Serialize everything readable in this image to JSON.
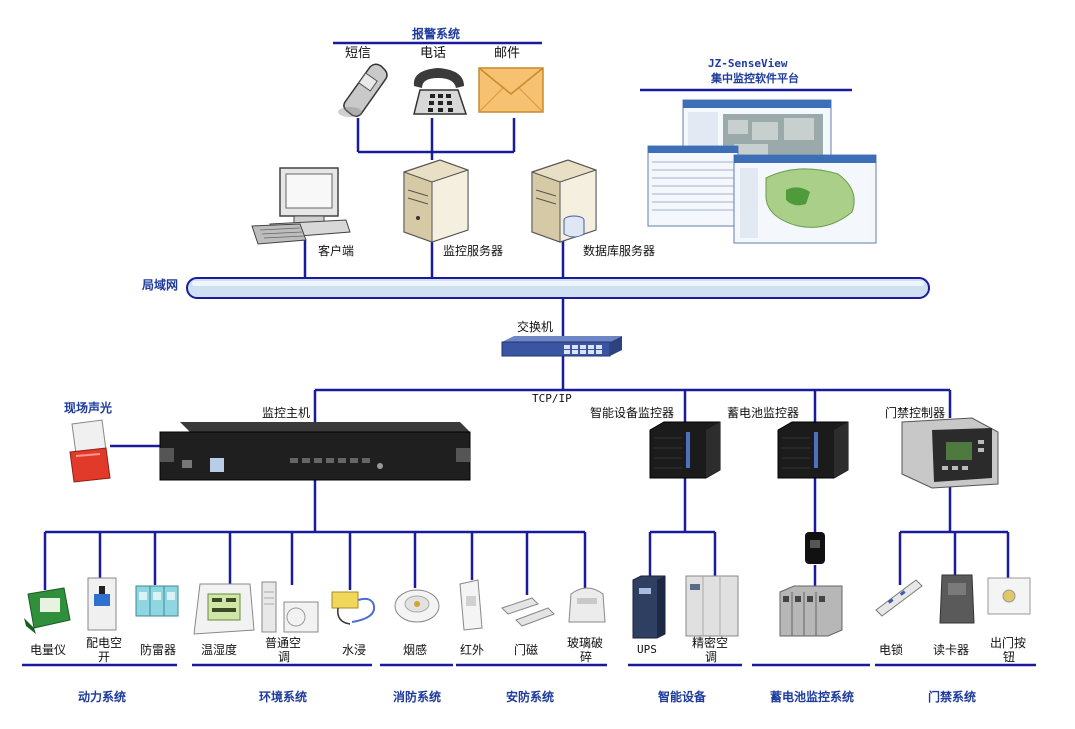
{
  "alarm": {
    "title": "报警系统",
    "sms": "短信",
    "phone": "电话",
    "email": "邮件"
  },
  "software": {
    "name": "JZ-SenseView",
    "subtitle": "集中监控软件平台"
  },
  "network": {
    "client": "客户端",
    "monitor_server": "监控服务器",
    "db_server": "数据库服务器",
    "lan": "局域网",
    "switch": "交换机",
    "protocol": "TCP/IP"
  },
  "hosts": {
    "onsite_alarm": "现场声光",
    "main_host": "监控主机",
    "smart_monitor": "智能设备监控器",
    "battery_monitor": "蓄电池监控器",
    "access_controller": "门禁控制器"
  },
  "devices": {
    "power_meter": "电量仪",
    "breaker_l1": "配电空",
    "breaker_l2": "开",
    "lightning": "防雷器",
    "temp_humidity": "温湿度",
    "ac_l1": "普通空",
    "ac_l2": "调",
    "water_leak": "水浸",
    "smoke": "烟感",
    "infrared": "红外",
    "door_magnet": "门磁",
    "glass_l1": "玻璃破",
    "glass_l2": "碎",
    "ups": "UPS",
    "precision_ac_l1": "精密空",
    "precision_ac_l2": "调",
    "electric_lock": "电锁",
    "card_reader": "读卡器",
    "exit_btn_l1": "出门按",
    "exit_btn_l2": "钮"
  },
  "groups": {
    "power": "动力系统",
    "environment": "环境系统",
    "fire": "消防系统",
    "security": "安防系统",
    "smart": "智能设备",
    "battery": "蓄电池监控系统",
    "access": "门禁系统"
  },
  "colors": {
    "line": "#1a1a9c",
    "label_blue": "#1f3c9c",
    "lan_bar": "#cfe0f2"
  }
}
